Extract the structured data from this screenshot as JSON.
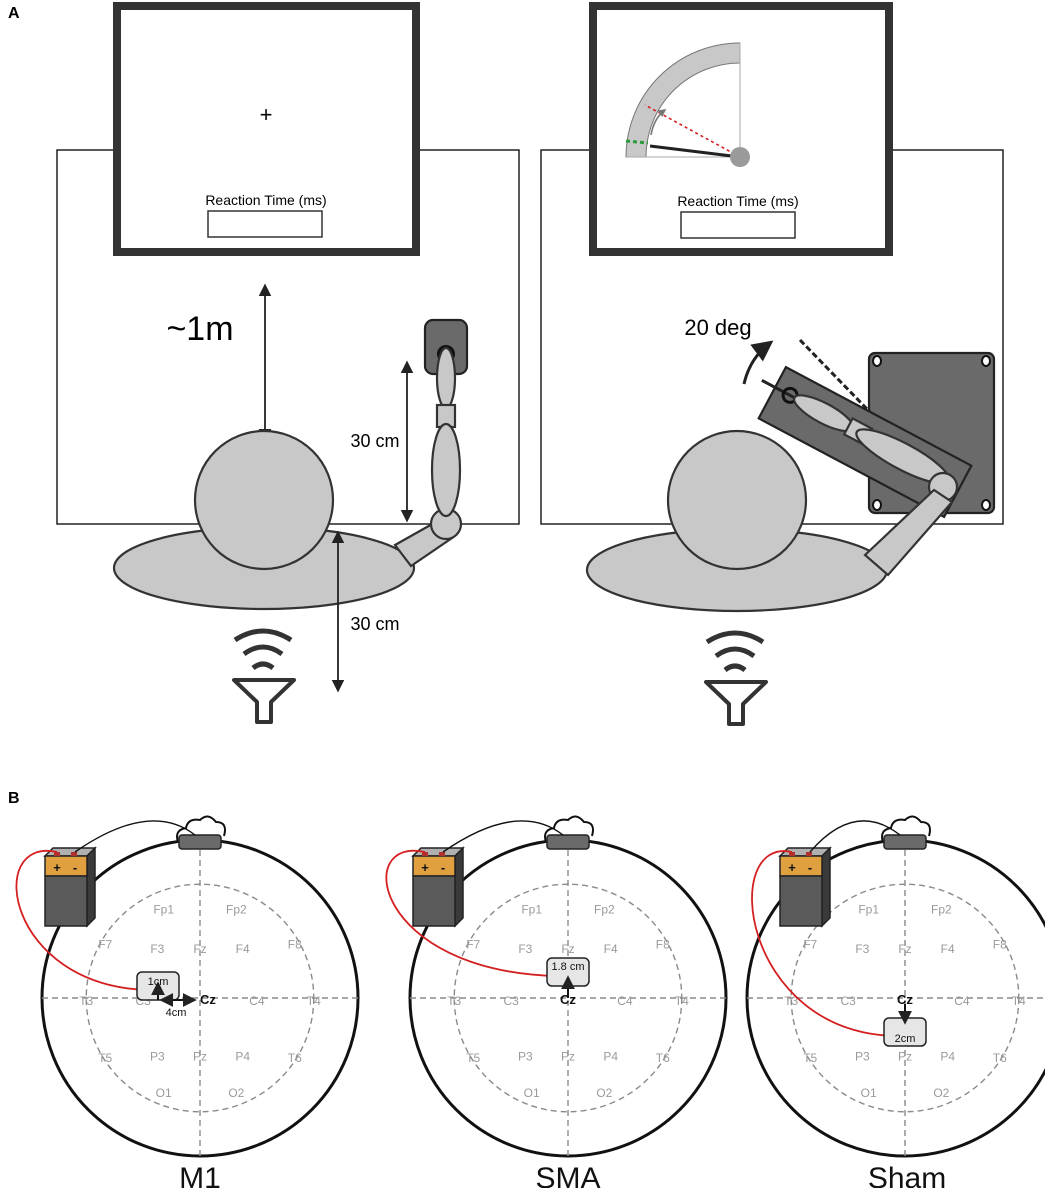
{
  "panel_a": {
    "letter": "A",
    "left_setup": {
      "screen_symbol": "+",
      "screen_caption": "Reaction Time (ms)",
      "distance_label": "~1m",
      "arm_length_label": "30 cm",
      "speaker_distance_label": "30 cm"
    },
    "right_setup": {
      "screen_caption": "Reaction Time (ms)",
      "angle_label": "20 deg"
    }
  },
  "panel_b": {
    "letter": "B",
    "electrodes": {
      "fp1": "Fp1",
      "fp2": "Fp2",
      "f7": "F7",
      "f3": "F3",
      "fz": "Fz",
      "f4": "F4",
      "f8": "F8",
      "t3": "T3",
      "c3": "C3",
      "cz": "Cz",
      "c4": "C4",
      "t4": "T4",
      "t5": "T5",
      "p3": "P3",
      "pz": "Pz",
      "p4": "P4",
      "t6": "T6",
      "o1": "O1",
      "o2": "O2"
    },
    "battery_plus": "+",
    "battery_minus": "-",
    "montages": [
      {
        "name": "M1",
        "offset_label": "1cm",
        "lateral_label": "4cm"
      },
      {
        "name": "SMA",
        "offset_label": "1.8 cm"
      },
      {
        "name": "Sham",
        "offset_label": "2cm"
      }
    ]
  },
  "colors": {
    "limb_fill": "#c8c8c8",
    "device_fill": "#6a6a6a",
    "anode_wire": "#d42020",
    "battery_top": "#e0a040",
    "green_marker": "#2a9a3a"
  }
}
